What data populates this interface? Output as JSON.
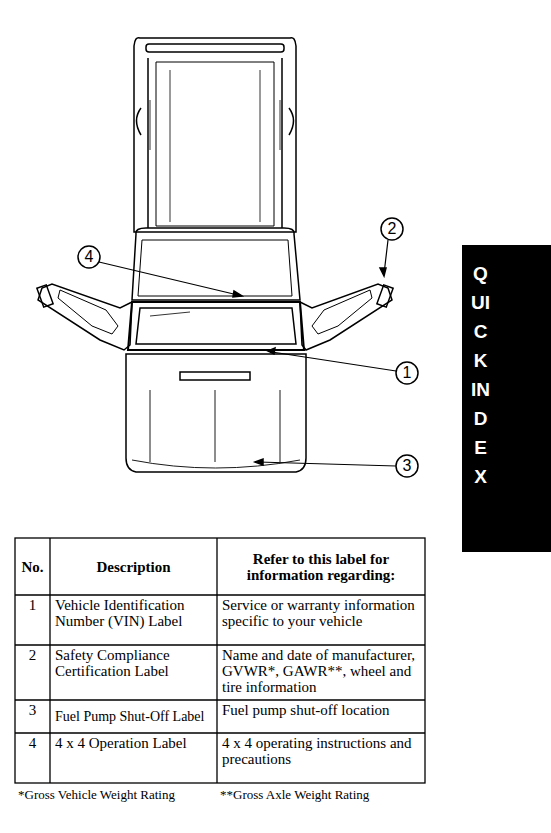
{
  "diagram": {
    "nodes": [
      {
        "text": [
          "QUICK INDEX"
        ]
      }
    ],
    "labels": [
      "4",
      "2",
      "1",
      "3",
      "No.",
      "Description",
      "Refer to this label for information regarding:",
      "1",
      "Vehicle Identification Number (VIN) Label",
      "Service or warranty information specific to your vehicle",
      "2",
      "Safety Compliance Certification Label",
      "Name and date of manufacturer, GVWR*, GAWR**, wheel and tire information",
      "3",
      "Fuel Pump Shut-Off Label",
      "Fuel pump shut-off location",
      "4",
      "4 x 4 Operation Label",
      "4 x 4 operating instructions and precautions",
      "*Gross Vehicle Weight Rating",
      "**Gross Axle Weight Rating"
    ]
  }
}
